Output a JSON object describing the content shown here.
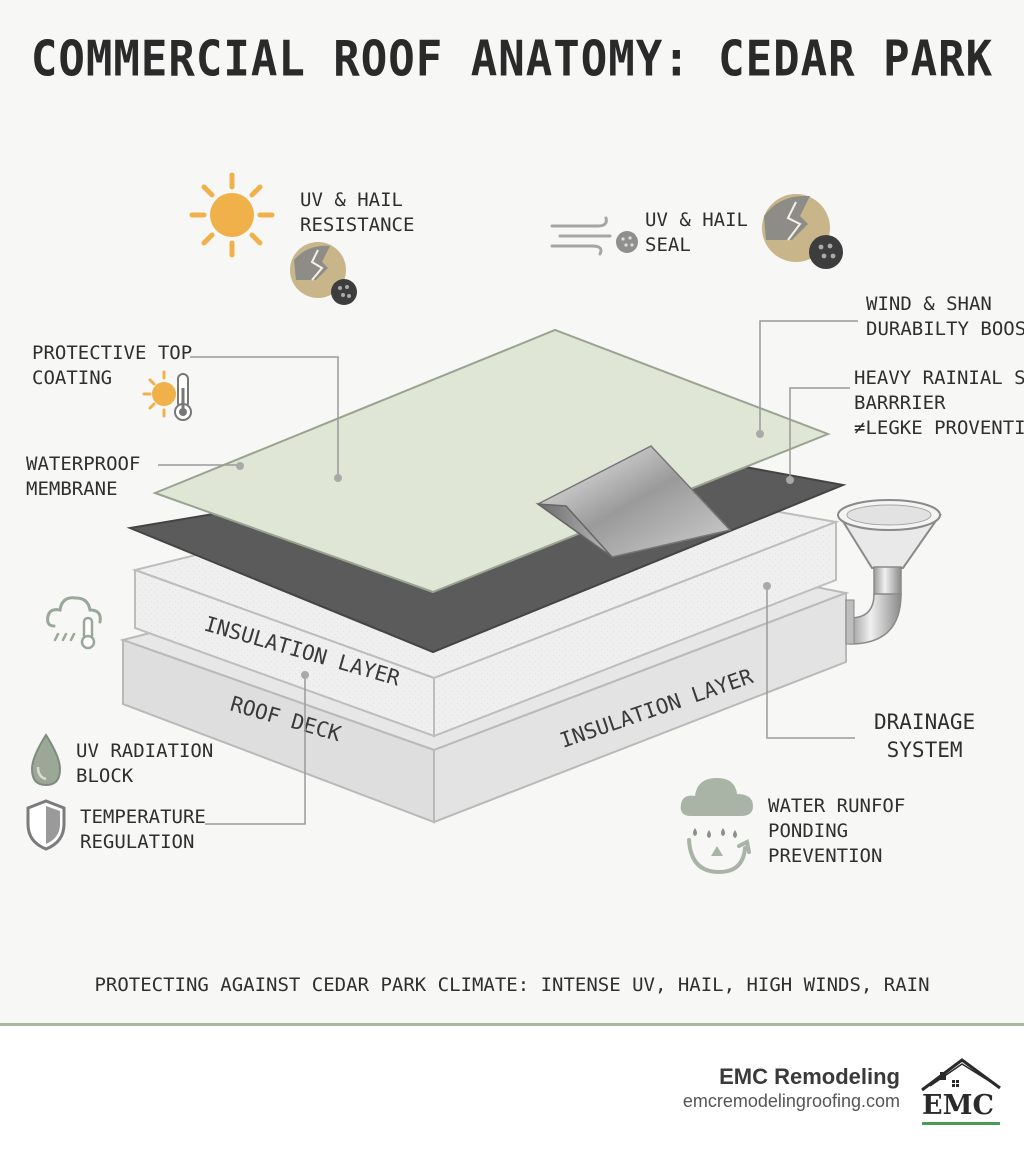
{
  "title": "COMMERCIAL ROOF ANATOMY: CEDAR PARK",
  "labels": {
    "uv_hail_resistance": [
      "UV & HAIL",
      "RESISTANCE"
    ],
    "uv_hail_seal": [
      "UV & HAIL",
      "SEAL"
    ],
    "wind_durability": [
      "WIND & SHAN",
      "DURABILTY BOOSS"
    ],
    "protective_coating": [
      "PROTECTIVE TOP",
      "COATING"
    ],
    "heavy_rain_seal": [
      "HEAVY RAINIAL SEAL",
      "BARRRIER",
      "≠LEGKE PROVENTION"
    ],
    "waterproof_membrane": [
      "WATERPROOF",
      "MEMBRANE"
    ],
    "drainage_system": [
      "DRAINAGE",
      "SYSTEM"
    ],
    "uv_radiation_block": [
      "UV RADIATION",
      "BLOCK"
    ],
    "temperature_regulation": [
      "TEMPERATURE",
      "REGULATION"
    ],
    "water_runoff": [
      "WATER RUNFOF",
      "PONDING",
      "PREVENTION"
    ]
  },
  "layers": {
    "insulation_front": "INSULATION LAYER",
    "insulation_side": "INSULATION LAYER",
    "roof_deck": "ROOF DECK"
  },
  "climate_banner": "PROTECTING AGAINST CEDAR PARK CLIMATE: INTENSE UV, HAIL, HIGH WINDS, RAIN",
  "footer": {
    "brand": "EMC Remodeling",
    "url": "emcremodelingroofing.com",
    "logo_text": "EMC"
  },
  "icons": [
    "sun-icon",
    "hail-stone-icon",
    "wind-icon",
    "hail-stone-icon",
    "sun-thermometer-icon",
    "cloud-thermometer-icon",
    "water-drop-icon",
    "shield-icon",
    "rain-cloud-icon",
    "house-logo-icon"
  ],
  "colors": {
    "accent_sage": "#a6b7a2",
    "membrane_green": "#dfe6d6",
    "membrane_dark": "#5a5a5a",
    "sun_orange": "#f0b04a",
    "insulation": "#efefef",
    "deck": "#dcdcdc"
  }
}
